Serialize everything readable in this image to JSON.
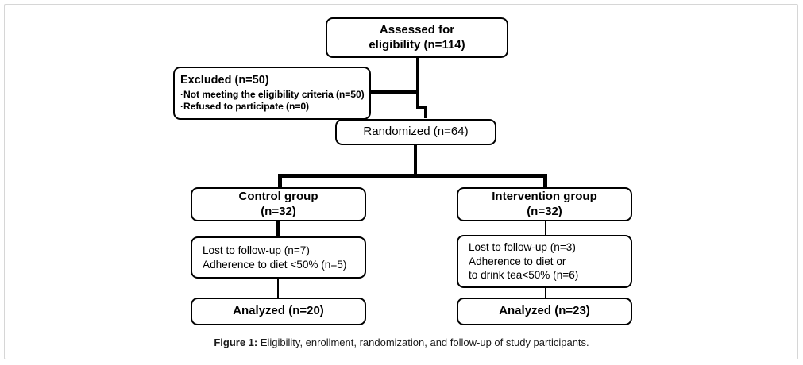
{
  "figure": {
    "caption_label": "Figure 1:",
    "caption_text": "Eligibility, enrollment, randomization, and follow-up of study participants.",
    "colors": {
      "node_border": "#000000",
      "node_background": "#ffffff",
      "connector": "#000000",
      "page_border": "#d6d6d6",
      "text": "#000000"
    }
  },
  "nodes": {
    "assessed": {
      "line1": "Assessed for",
      "line2": "eligibility (n=114)"
    },
    "excluded": {
      "header": "Excluded (n=50)",
      "bullet1": "·Not meeting the eligibility criteria (n=50)",
      "bullet2": "·Refused to participate (n=0)"
    },
    "randomized": {
      "label": "Randomized (n=64)"
    },
    "control_group": {
      "line1": "Control group",
      "line2": "(n=32)"
    },
    "intervention_group": {
      "line1": "Intervention group",
      "line2": "(n=32)"
    },
    "control_lost": {
      "line1": "Lost to follow-up (n=7)",
      "line2": "Adherence to diet <50% (n=5)"
    },
    "intervention_lost": {
      "line1": "Lost to follow-up (n=3)",
      "line2": "Adherence to diet or",
      "line3": "to drink tea<50% (n=6)"
    },
    "control_analyzed": {
      "label": "Analyzed (n=20)"
    },
    "intervention_analyzed": {
      "label": "Analyzed (n=23)"
    }
  },
  "chart_data": {
    "type": "diagram",
    "diagram_kind": "consort-flow",
    "title": "Eligibility, enrollment, randomization, and follow-up of study participants",
    "stages": [
      {
        "stage": "enrollment",
        "label": "Assessed for eligibility",
        "n": 114
      },
      {
        "stage": "enrollment",
        "label": "Excluded",
        "n": 50,
        "reasons": [
          {
            "label": "Not meeting the eligibility criteria",
            "n": 50
          },
          {
            "label": "Refused to participate",
            "n": 0
          }
        ]
      },
      {
        "stage": "randomization",
        "label": "Randomized",
        "n": 64
      },
      {
        "stage": "allocation",
        "label": "Control group",
        "n": 32,
        "arm": "control"
      },
      {
        "stage": "allocation",
        "label": "Intervention group",
        "n": 32,
        "arm": "intervention"
      },
      {
        "stage": "follow-up",
        "arm": "control",
        "losses": [
          {
            "label": "Lost to follow-up",
            "n": 7
          },
          {
            "label": "Adherence to diet <50%",
            "n": 5
          }
        ]
      },
      {
        "stage": "follow-up",
        "arm": "intervention",
        "losses": [
          {
            "label": "Lost to follow-up",
            "n": 3
          },
          {
            "label": "Adherence to diet or to drink tea<50%",
            "n": 6
          }
        ]
      },
      {
        "stage": "analysis",
        "label": "Analyzed",
        "n": 20,
        "arm": "control"
      },
      {
        "stage": "analysis",
        "label": "Analyzed",
        "n": 23,
        "arm": "intervention"
      }
    ],
    "edges": [
      {
        "from": "Assessed for eligibility",
        "to": "Excluded"
      },
      {
        "from": "Assessed for eligibility",
        "to": "Randomized"
      },
      {
        "from": "Randomized",
        "to": "Control group"
      },
      {
        "from": "Randomized",
        "to": "Intervention group"
      },
      {
        "from": "Control group",
        "to": "Control follow-up losses"
      },
      {
        "from": "Control follow-up losses",
        "to": "Analyzed (control)"
      },
      {
        "from": "Intervention group",
        "to": "Intervention follow-up losses"
      },
      {
        "from": "Intervention follow-up losses",
        "to": "Analyzed (intervention)"
      }
    ]
  }
}
